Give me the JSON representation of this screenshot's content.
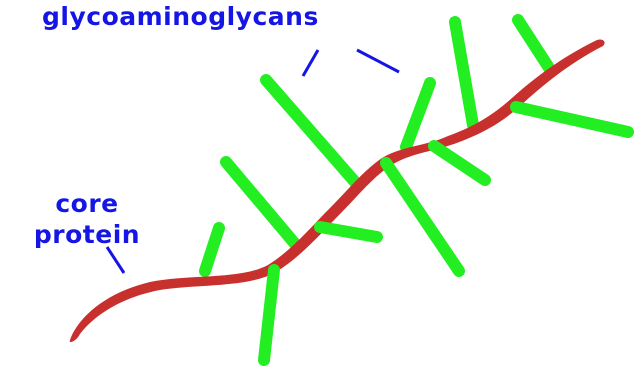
{
  "labels": {
    "glycosaminoglycans": "glycoaminoglycans",
    "core_protein_line1": "core",
    "core_protein_line2": "protein"
  },
  "colors": {
    "label_text": "#1515e6",
    "pointer_line": "#1515e6",
    "core_protein": "#c8302e",
    "core_protein_shadow": "#9e1f1f",
    "gag_chain": "#22ee22"
  }
}
